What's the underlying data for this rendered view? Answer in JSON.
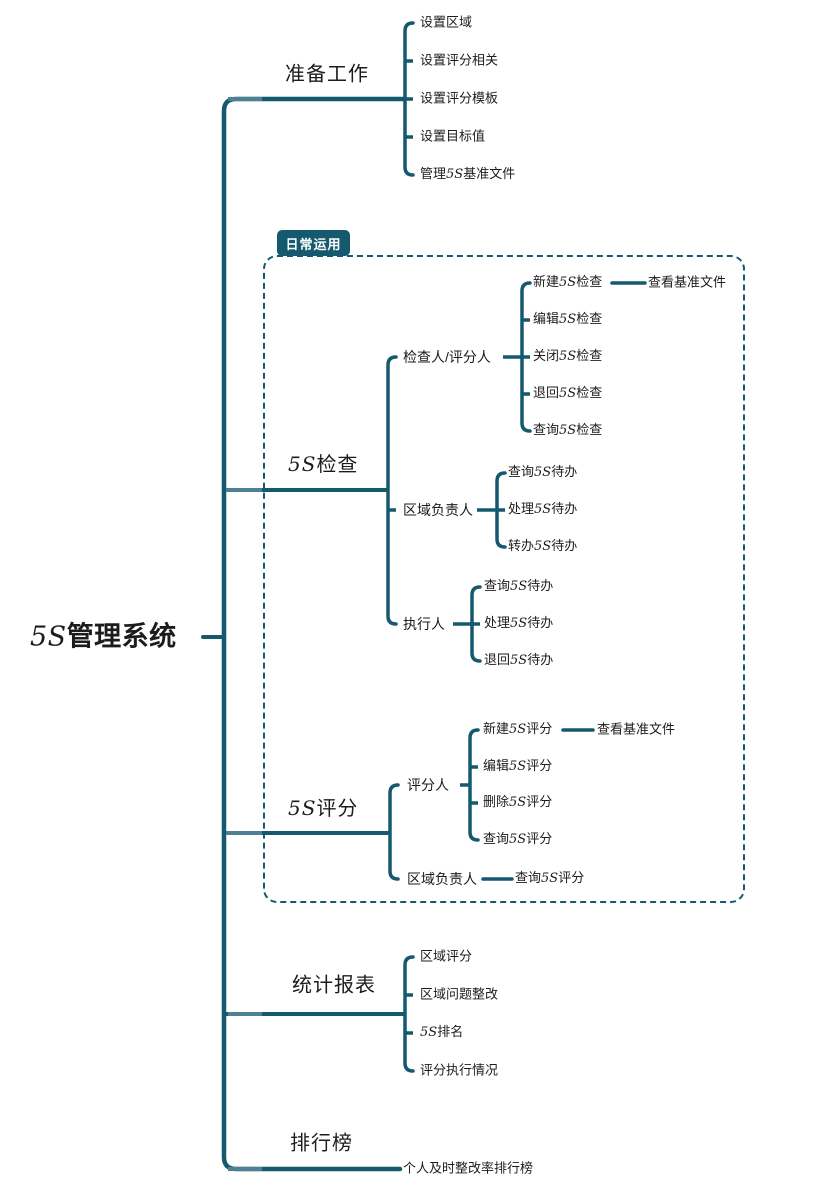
{
  "colors": {
    "line": "#15596f",
    "line_highlight": "#4f8096",
    "text": "#1c1c1c",
    "group_fill": "#15596f",
    "group_text": "#ffffff",
    "background": "#ffffff"
  },
  "root": {
    "label": "5S管理系统"
  },
  "groups": {
    "daily": {
      "label": "日常运用"
    }
  },
  "branches": {
    "prep": {
      "label": "准备工作",
      "items": [
        "设置区域",
        "设置评分相关",
        "设置评分模板",
        "设置目标值",
        "管理5S基准文件"
      ]
    },
    "inspection": {
      "label": "5S检查",
      "roles": {
        "inspector": {
          "label": "检查人/评分人",
          "items": [
            "新建5S检查",
            "编辑5S检查",
            "关闭5S检查",
            "退回5S检查",
            "查询5S检查"
          ],
          "extra": "查看基准文件"
        },
        "area_manager": {
          "label": "区域负责人",
          "items": [
            "查询5S待办",
            "处理5S待办",
            "转办5S待办"
          ]
        },
        "executor": {
          "label": "执行人",
          "items": [
            "查询5S待办",
            "处理5S待办",
            "退回5S待办"
          ]
        }
      }
    },
    "scoring": {
      "label": "5S评分",
      "roles": {
        "scorer": {
          "label": "评分人",
          "items": [
            "新建5S评分",
            "编辑5S评分",
            "删除5S评分",
            "查询5S评分"
          ],
          "extra": "查看基准文件"
        },
        "area_manager": {
          "label": "区域负责人",
          "items": [
            "查询5S评分"
          ]
        }
      }
    },
    "reports": {
      "label": "统计报表",
      "items": [
        "区域评分",
        "区域问题整改",
        "5S排名",
        "评分执行情况"
      ]
    },
    "ranking": {
      "label": "排行榜",
      "items": [
        "个人及时整改率排行榜"
      ]
    }
  }
}
